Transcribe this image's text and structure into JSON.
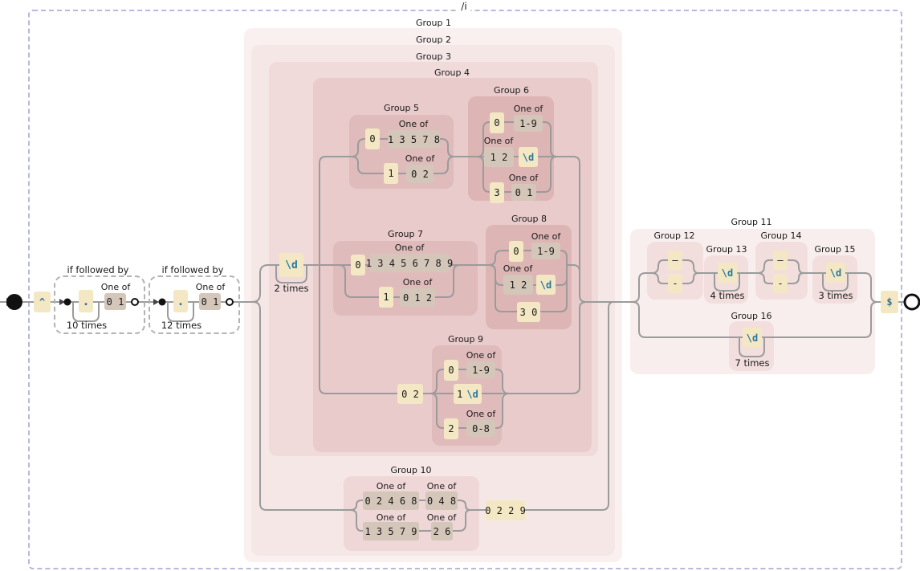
{
  "flag": "/i",
  "labels": {
    "one_of": "One of",
    "if_followed_by": "if followed by"
  },
  "anchors": {
    "caret": "^",
    "dollar": "$"
  },
  "lookaheads": [
    {
      "dot": ".",
      "loop": "10 times",
      "charset": "0 1"
    },
    {
      "dot": ".",
      "loop": "12 times",
      "charset": "0 1"
    }
  ],
  "pre": {
    "escape": "\\d",
    "loop": "2 times"
  },
  "groups": {
    "g1": "Group 1",
    "g2": "Group 2",
    "g3": "Group 3",
    "g4": "Group 4",
    "g5": "Group 5",
    "g6": "Group 6",
    "g7": "Group 7",
    "g8": "Group 8",
    "g9": "Group 9",
    "g10": "Group 10",
    "g11": "Group 11",
    "g12": "Group 12",
    "g13": "Group 13",
    "g14": "Group 14",
    "g15": "Group 15",
    "g16": "Group 16"
  },
  "g5": {
    "b1": {
      "lit": "0",
      "set": "1 3 5 7 8"
    },
    "b2": {
      "lit": "1",
      "set": "0 2"
    }
  },
  "g6": {
    "b1": {
      "lit": "0",
      "set": "1-9"
    },
    "b2": {
      "set": "1 2",
      "esc": "\\d"
    },
    "b3": {
      "lit": "3",
      "set": "0 1"
    }
  },
  "g7": {
    "b1": {
      "lit": "0",
      "set": "1 3 4 5 6 7 8 9"
    },
    "b2": {
      "lit": "1",
      "set": "0 1 2"
    }
  },
  "g8": {
    "b1": {
      "lit": "0",
      "set": "1-9"
    },
    "b2": {
      "set": "1 2",
      "esc": "\\d"
    },
    "b3": {
      "lit": "3 0"
    }
  },
  "pre9": {
    "lit": "0 2"
  },
  "g9": {
    "b1": {
      "lit": "0",
      "set": "1-9"
    },
    "b2": {
      "lit": "1",
      "esc": "\\d"
    },
    "b3": {
      "lit": "2",
      "set": "0-8"
    }
  },
  "g10": {
    "b1": {
      "set1": "0 2 4 6 8",
      "set2": "0 4 8"
    },
    "b2": {
      "set1": "1 3 5 7 9",
      "set2": "2 6"
    }
  },
  "post10": {
    "lit": "0 2 2 9"
  },
  "g12": {
    "d1": "–",
    "d2": "-"
  },
  "g13": {
    "esc": "\\d",
    "loop": "4 times"
  },
  "g14": {
    "d1": "–",
    "d2": "-"
  },
  "g15": {
    "esc": "\\d",
    "loop": "3 times"
  },
  "g16": {
    "esc": "\\d",
    "loop": "7 times"
  },
  "colors": {
    "accent_blue": "#2878a0",
    "wire": "#9b9b9b",
    "literal_bg": "#f3e8c3",
    "charset_bg": "#d4c6b9"
  }
}
